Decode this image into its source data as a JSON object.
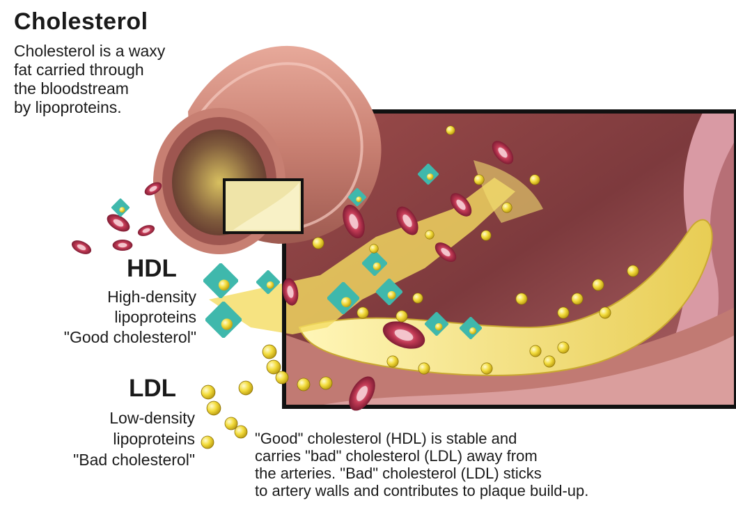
{
  "title": "Cholesterol",
  "intro_lines": [
    "Cholesterol is a waxy",
    "fat carried through",
    "the bloodstream",
    "by lipoproteins."
  ],
  "hdl": {
    "heading": "HDL",
    "lines": [
      "High-density",
      "lipoproteins",
      "\"Good cholesterol\""
    ]
  },
  "ldl": {
    "heading": "LDL",
    "lines": [
      "Low-density",
      "lipoproteins",
      "\"Bad cholesterol\""
    ]
  },
  "caption_lines": [
    "\"Good\" cholesterol (HDL) is stable and",
    "carries \"bad\" cholesterol (LDL) away from",
    "the arteries. \"Bad\" cholesterol (LDL) sticks",
    "to artery walls and contributes to plaque build-up."
  ],
  "colors": {
    "artery_wall": "#c98072",
    "artery_inner": "#8a3f3c",
    "plaque": "#f2e27a",
    "hdl_particle": "#3fb8ac",
    "ldl_particle": "#f2d42c",
    "red_blood_cell": "#c23a55"
  }
}
